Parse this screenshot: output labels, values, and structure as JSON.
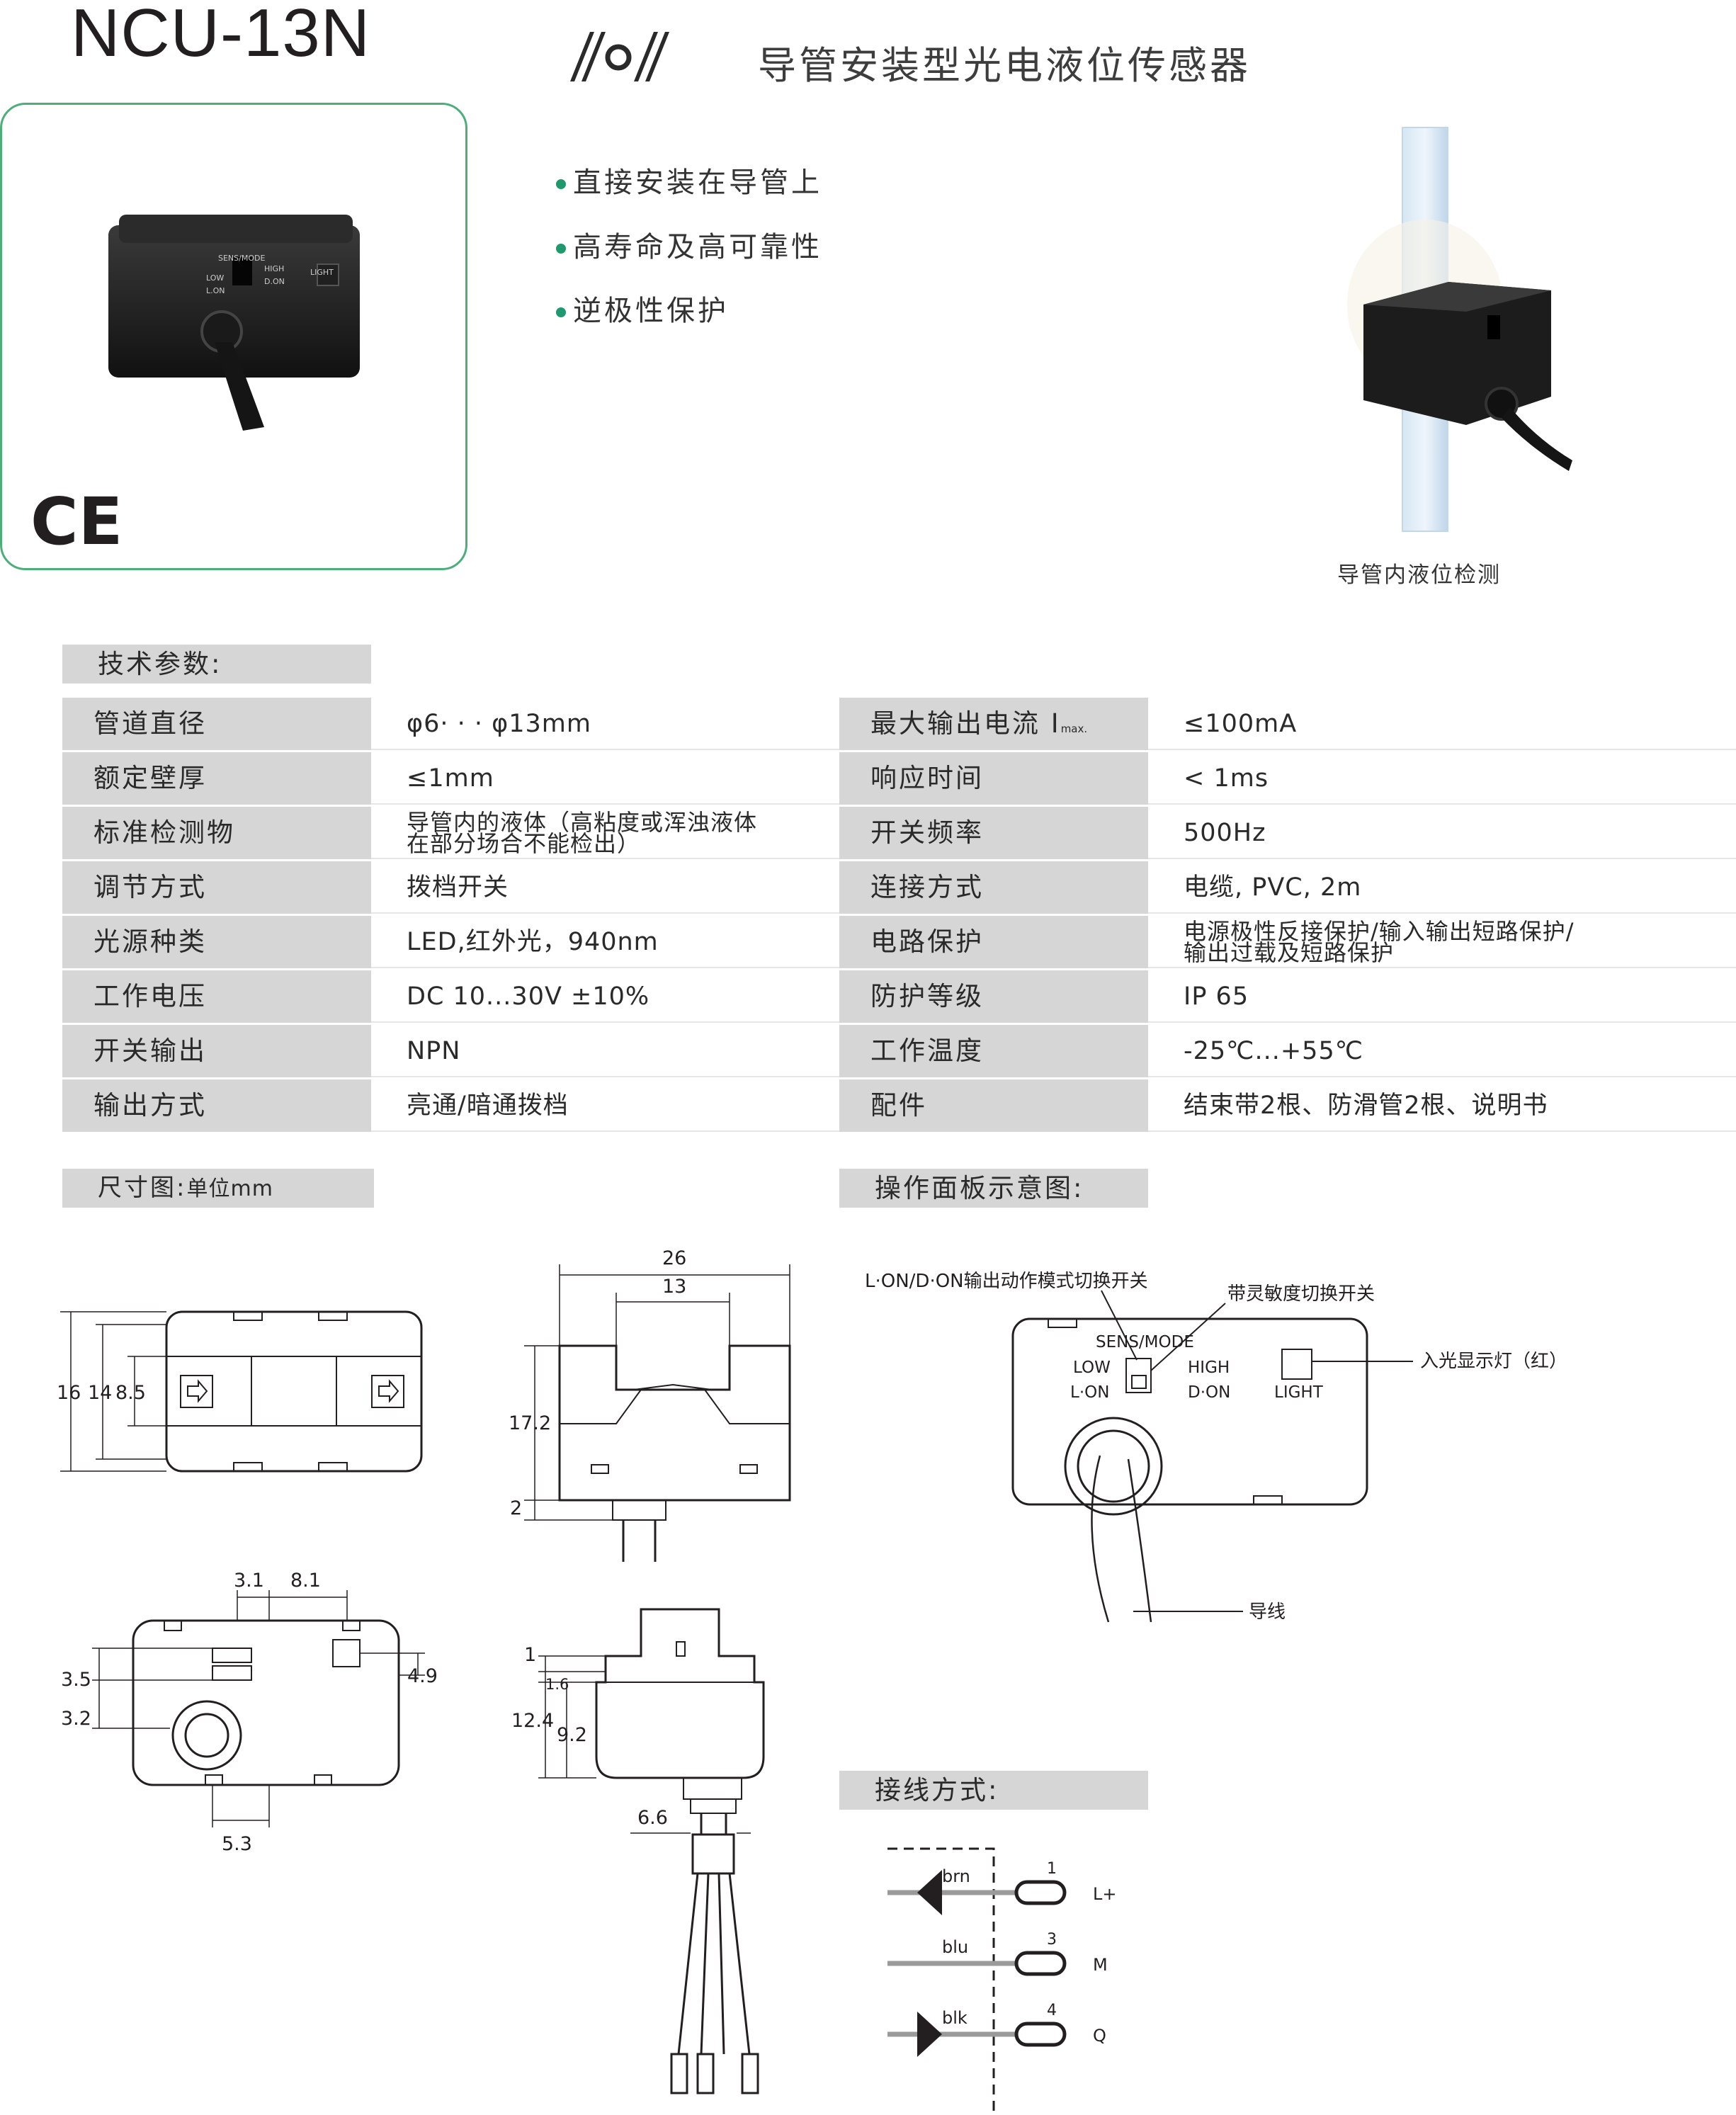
{
  "header": {
    "model": "NCU-13N",
    "subtitle": "导管安装型光电液位传感器",
    "logo_icon": "wave-circle-logo-icon"
  },
  "features": [
    "直接安装在导管上",
    "高寿命及高可靠性",
    "逆极性保护"
  ],
  "product_photo": {
    "sens_mode": "SENS/MODE",
    "low": "LOW",
    "lon": "L.ON",
    "high": "HIGH",
    "don": "D.ON",
    "light": "LIGHT",
    "ce_mark": "CE"
  },
  "right_photo": {
    "caption": "导管内液位检测"
  },
  "specs": {
    "title": "技术参数:",
    "rows": [
      {
        "label": "管道直径",
        "value": "φ6· · · φ13mm",
        "label2": "最大输出电流 I",
        "label2_sub": "max.",
        "value2": "≤100mA"
      },
      {
        "label": "额定壁厚",
        "value": "≤1mm",
        "label2": "响应时间",
        "value2": "< 1ms"
      },
      {
        "label": "标准检测物",
        "value": "导管内的液体（高粘度或浑浊液体\n在部分场合不能检出）",
        "label2": "开关频率",
        "value2": "500Hz"
      },
      {
        "label": "调节方式",
        "value": "拨档开关",
        "label2": "连接方式",
        "value2": "电缆, PVC, 2m"
      },
      {
        "label": "光源种类",
        "value": "LED,红外光，940nm",
        "label2": "电路保护",
        "value2": "电源极性反接保护/输入输出短路保护/\n输出过载及短路保护"
      },
      {
        "label": "工作电压",
        "value": "DC 10...30V ±10%",
        "label2": "防护等级",
        "value2": "IP 65"
      },
      {
        "label": "开关输出",
        "value": "NPN",
        "label2": "工作温度",
        "value2": "-25℃...+55℃"
      },
      {
        "label": "输出方式",
        "value": "亮通/暗通拨档",
        "label2": "配件",
        "value2": "结束带2根、防滑管2根、说明书"
      }
    ]
  },
  "dimensions": {
    "title": "尺寸图:",
    "unit": "单位mm",
    "top_view": {
      "d16": "16",
      "d14": "14",
      "d85": "8.5"
    },
    "side_view": {
      "d26": "26",
      "d13": "13",
      "d172": "17.2",
      "d2": "2"
    },
    "front_view": {
      "d31": "3.1",
      "d81": "8.1",
      "d35": "3.5",
      "d32": "3.2",
      "d49": "4.9",
      "d53": "5.3"
    },
    "end_view": {
      "d1": "1",
      "d16": "1.6",
      "d124": "12.4",
      "d92": "9.2",
      "d66": "6.6"
    }
  },
  "panel": {
    "title": "操作面板示意图:",
    "mode_switch": "L·ON/D·ON输出动作模式切换开关",
    "sens_switch": "带灵敏度切换开关",
    "light_indicator": "入光显示灯（红）",
    "sens_mode": "SENS/MODE",
    "low": "LOW",
    "lon": "L·ON",
    "high": "HIGH",
    "don": "D·ON",
    "light": "LIGHT",
    "wire": "导线"
  },
  "wiring": {
    "title": "接线方式:",
    "wires": [
      {
        "color": "brn",
        "pin": "1",
        "signal": "L+"
      },
      {
        "color": "blu",
        "pin": "3",
        "signal": "M"
      },
      {
        "color": "blk",
        "pin": "4",
        "signal": "Q"
      }
    ]
  }
}
